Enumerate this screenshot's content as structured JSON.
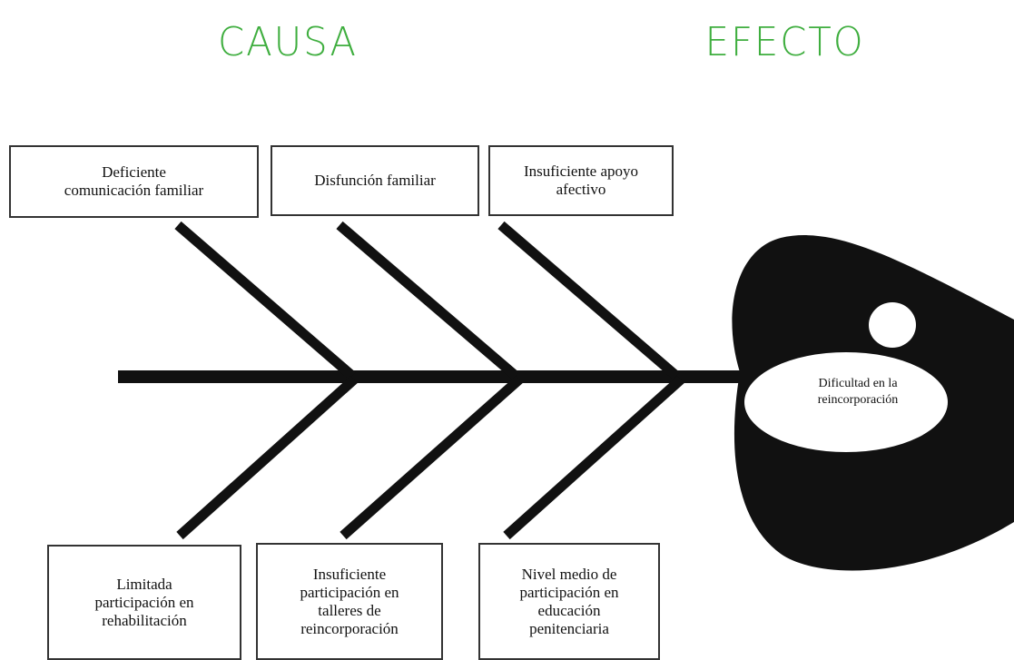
{
  "headings": {
    "cause": "CAUSA",
    "effect": "EFECTO"
  },
  "colors": {
    "heading": "#3fae3f",
    "fish": "#111111"
  },
  "effect": {
    "lines": [
      "Dificultad en la",
      "reincorporación"
    ]
  },
  "causes_top": [
    {
      "lines": [
        "Deficiente",
        "comunicación familiar"
      ]
    },
    {
      "lines": [
        "Disfunción familiar"
      ]
    },
    {
      "lines": [
        "Insuficiente apoyo",
        "afectivo"
      ]
    }
  ],
  "causes_bottom": [
    {
      "lines": [
        "Limitada",
        "participación en",
        "rehabilitación"
      ]
    },
    {
      "lines": [
        "Insuficiente",
        "participación en",
        "talleres de",
        "reincorporación"
      ]
    },
    {
      "lines": [
        "Nivel medio de",
        "participación en",
        "educación",
        "penitenciaria"
      ]
    }
  ]
}
